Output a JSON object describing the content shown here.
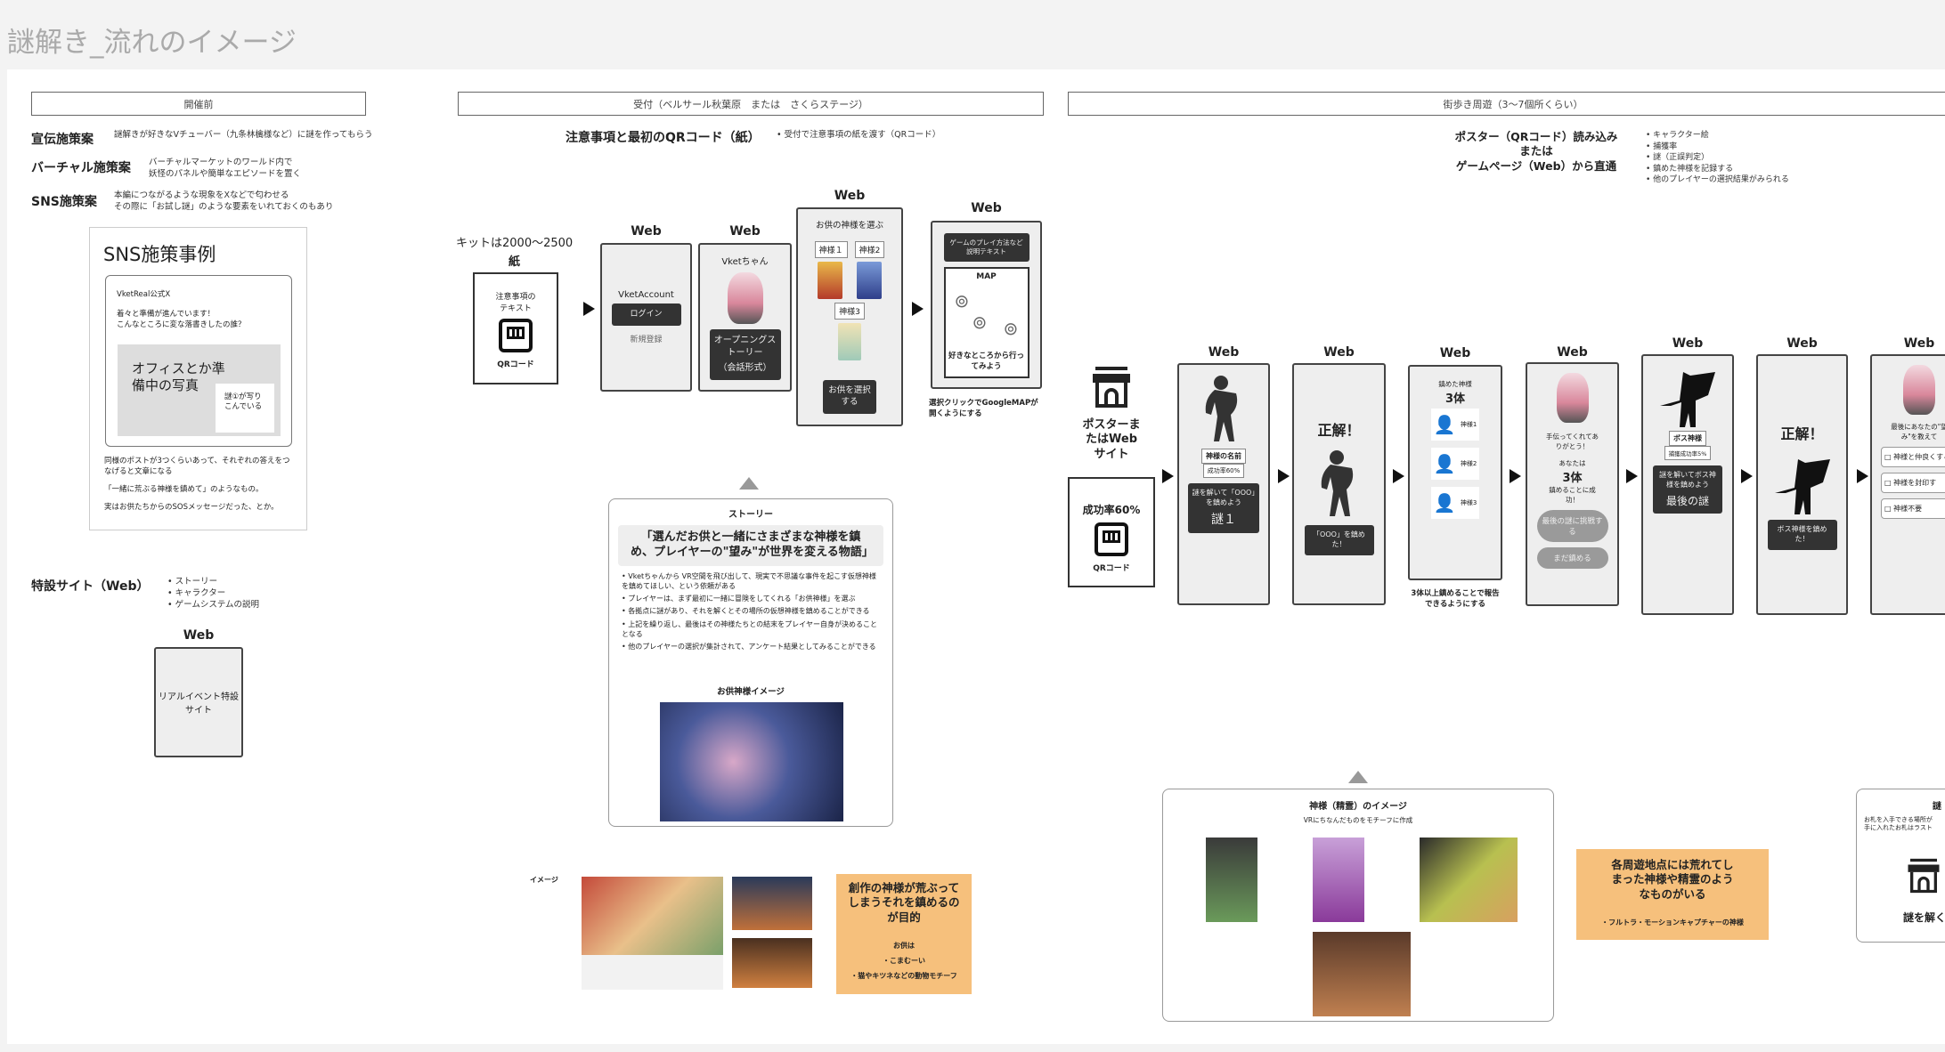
{
  "title": "謎解き_流れのイメージ",
  "colors": {
    "orange": "#f6c07c",
    "dark": "#333333",
    "card": "#eeeeee"
  },
  "pre": {
    "header": "開催前",
    "promo_label": "宣伝施策案",
    "promo_desc": "謎解きが好きなVチューバー（九条林檎様など）に謎を作ってもらう",
    "virtual_label": "バーチャル施策案",
    "virtual_desc1": "バーチャルマーケットのワールド内で",
    "virtual_desc2": "妖怪のパネルや簡単なエピソードを置く",
    "sns_label": "SNS施策案",
    "sns_desc1": "本編につながるような現象をXなどで匂わせる",
    "sns_desc2": "その際に「お試し謎」のような要素をいれておくのもあり",
    "example": {
      "title": "SNS施策事例",
      "account": "VketReal公式X",
      "post1": "着々と準備が進んでいます！",
      "post2": "こんなところに変な落書きしたの誰？",
      "photo": "オフィスとか準備中の写真",
      "note": "謎①が写りこんでいる",
      "desc1": "同様のポストが3つくらいあって、それぞれの答えをつなげると文章になる",
      "desc2": "「一緒に荒ぶる神様を鎮めて」のようなもの。",
      "desc3": "実はお供たちからのSOSメッセージだった、とか。"
    },
    "site_label": "特設サイト（Web）",
    "site_items": [
      "ストーリー",
      "キャラクター",
      "ゲームシステムの説明"
    ],
    "site_web": "Web",
    "site_box": "リアルイベント特設サイト"
  },
  "reception": {
    "header": "受付（ベルサール秋葉原　または　さくらステージ）",
    "heading": "注意事項と最初のQRコード（紙）",
    "note": "受付で注意事項の紙を渡す（QRコード）",
    "kit": "キットは2000〜2500",
    "paper": "紙",
    "paper_text": "注意事項のテキスト",
    "qr": "QRコード",
    "web": "Web",
    "login": {
      "account": "VketAccount",
      "login": "ログイン",
      "register": "新規登録"
    },
    "vket": {
      "name": "Vketちゃん",
      "opening": "オープニングストーリー",
      "format": "（会話形式）"
    },
    "select": {
      "title": "お供の神様を選ぶ",
      "gods": [
        "神様１",
        "神様2",
        "神様3"
      ],
      "button": "お供を選択する"
    },
    "map": {
      "help": "ゲームのプレイ方法など説明テキスト",
      "map": "MAP",
      "go": "好きなところから行ってみよう",
      "caption": "選択クリックでGoogleMAPが開くようにする"
    },
    "story": {
      "label": "ストーリー",
      "quote": "「選んだお供と一緒にさまざまな神様を鎮め、プレイヤーの\"望み\"が世界を変える物語」",
      "items": [
        "Vketちゃんから VR空間を飛び出して、現実で不思議な事件を起こす仮想神様を鎮めてほしい、という依頼がある",
        "プレイヤーは、まず最初に一緒に冒険をしてくれる「お供神様」を選ぶ",
        "各拠点に謎があり、それを解くとその場所の仮想神様を鎮めることができる",
        "上記を繰り返し、最後はその神様たちとの結末をプレイヤー自身が決めることとなる",
        "他のプレイヤーの選択が集計されて、アンケート結果としてみることができる"
      ],
      "image_label": "お供神様イメージ"
    },
    "image_label": "イメージ",
    "goal": {
      "title": "創作の神様が荒ぶってしまうそれを鎮めるのが目的",
      "sub": "お供は",
      "items": [
        "・こまむーい",
        "・猫やキツネなどの動物モチーフ"
      ]
    }
  },
  "walk": {
    "header": "街歩き周遊（3〜7個所くらい）",
    "heading1": "ポスター（QRコード）読み込み",
    "heading2": "または",
    "heading3": "ゲームページ（Web）から直通",
    "features": [
      "キャラクター絵",
      "捕獲率",
      "謎（正誤判定）",
      "鎮めた神様を記録する",
      "他のプレイヤーの選択結果がみられる"
    ],
    "poster": "ポスターまたはWebサイト",
    "success": "成功率60%",
    "qr": "QRコード",
    "web": "Web",
    "c1": {
      "name": "神様の名前",
      "rate": "成功率60%",
      "prompt": "謎を解いて「OOO」を鎮めよう",
      "riddle": "謎１"
    },
    "c2": {
      "correct": "正解！",
      "done": "「OOO」を鎮めた！"
    },
    "c3": {
      "label": "鎮めた神様",
      "count": "3体",
      "gods": [
        "神様1",
        "神様2",
        "神様3"
      ],
      "caption": "3体以上鎮めることで報告できるようにする"
    },
    "c4": {
      "thanks": "手伝ってくれてありがとう！",
      "you": "あなたは",
      "count": "3体",
      "ok": "鎮めることに成功！",
      "final": "最後の謎に挑戦する",
      "more": "まだ鎮める"
    },
    "c5": {
      "name": "ボス神様",
      "rate": "捕獲成功率5%",
      "prompt": "謎を解いてボス神様を鎮めよう",
      "riddle": "最後の謎"
    },
    "c6": {
      "correct": "正解！",
      "done": "ボス神様を鎮めた！"
    },
    "c7": {
      "ask": "最後にあなたの\"望み\"を教えて",
      "opts": [
        "□ 神様と仲良くする",
        "□ 神様を封印す",
        "□ 神様不要"
      ]
    },
    "gods_panel": {
      "title": "神様（精霊）のイメージ",
      "sub": "VRにちなんだものをモチーフに作成"
    },
    "spots": {
      "title": "各周遊地点には荒れてしまった神様や精霊のようなものがいる",
      "item": "・フルトラ・モーションキャプチャーの神様"
    },
    "partial": {
      "title": "謎",
      "desc1": "お札を入手できる場所が",
      "desc2": "手に入れたお札はラスト",
      "action": "謎を解く"
    }
  }
}
